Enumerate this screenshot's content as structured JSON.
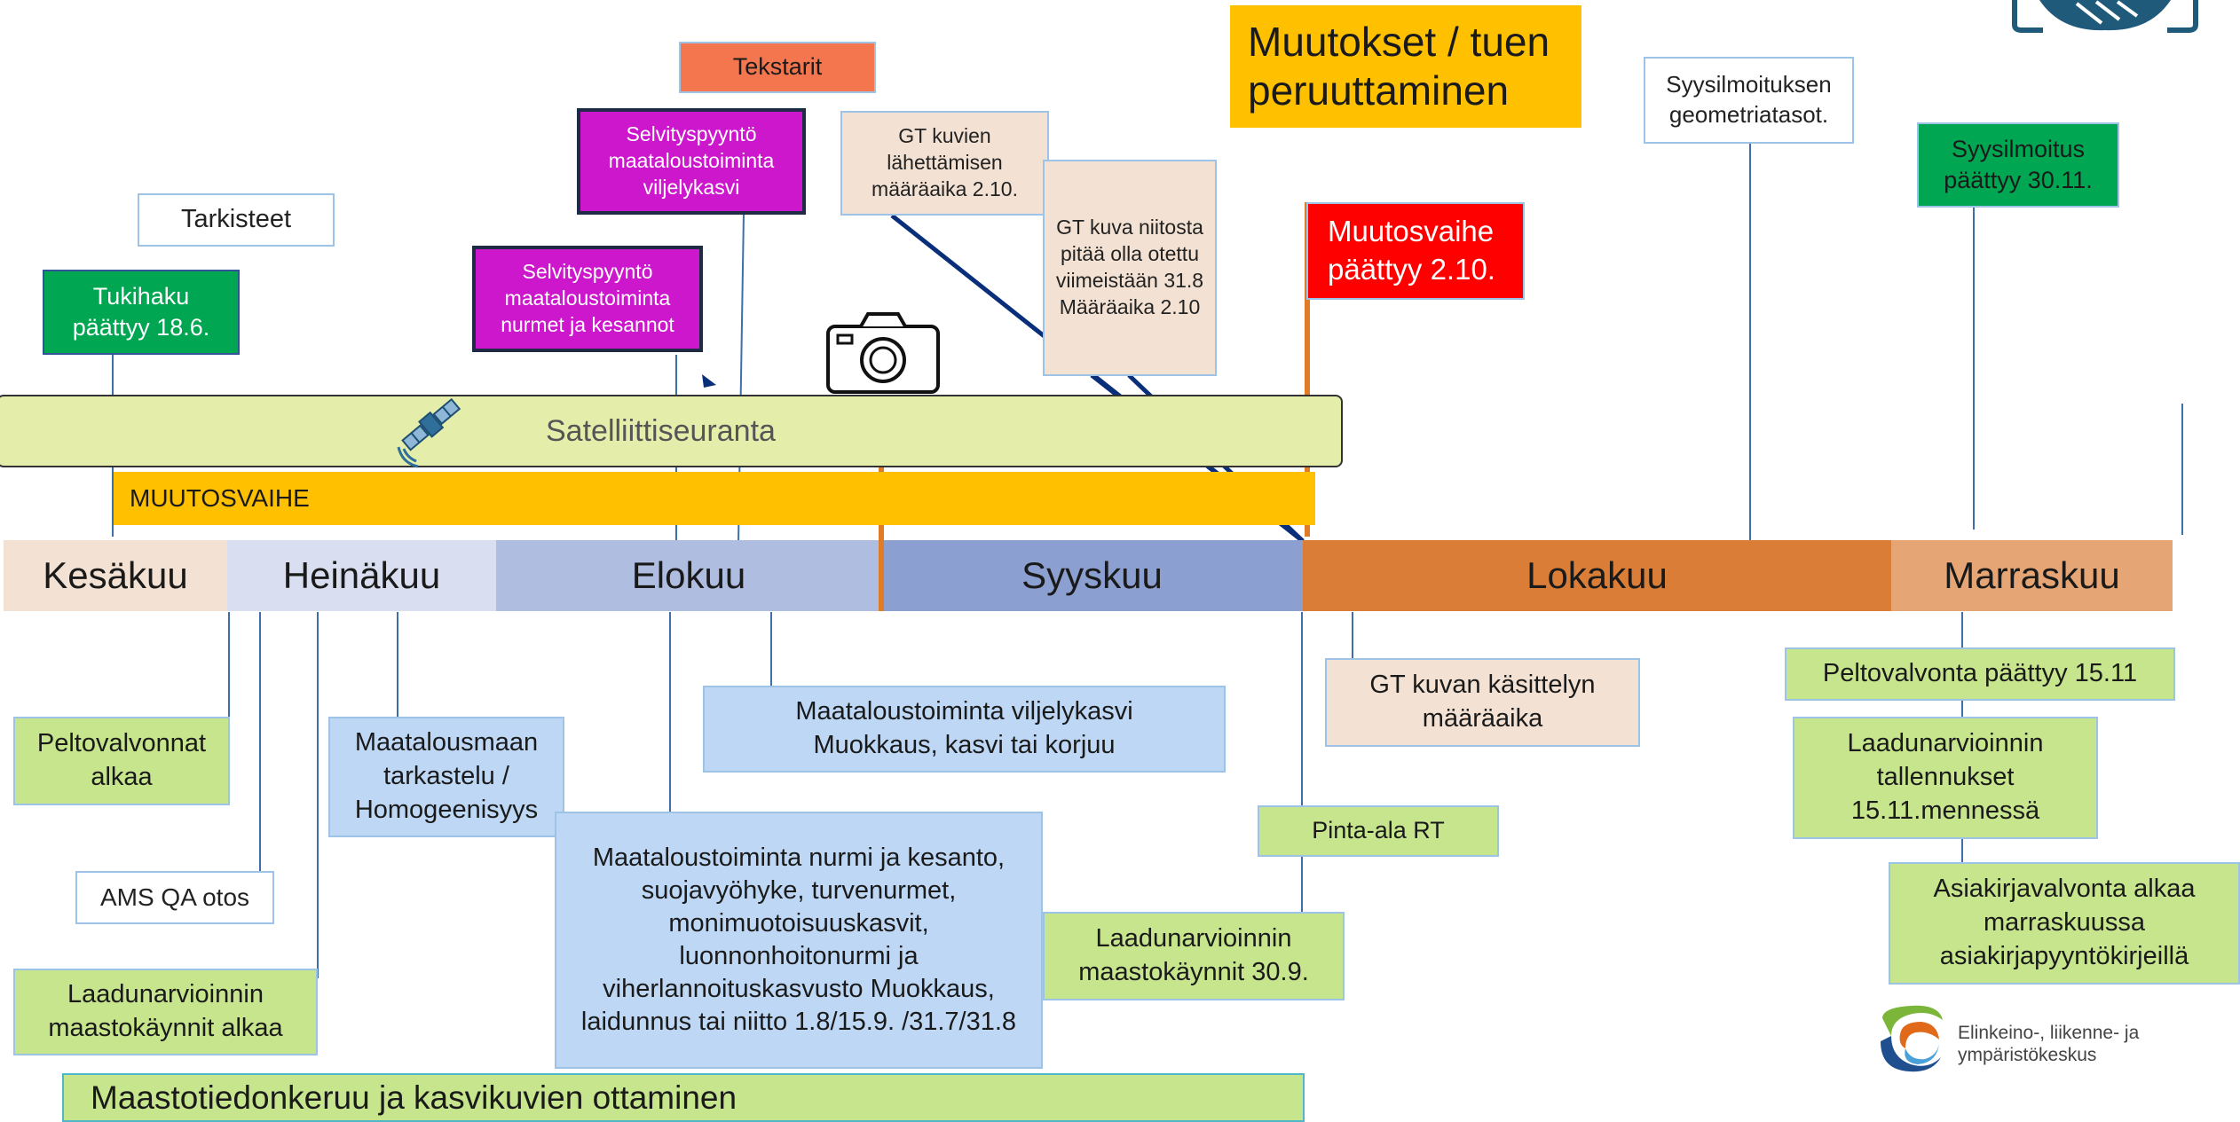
{
  "months": [
    "Kesäkuu",
    "Heinäkuu",
    "Elokuu",
    "Syyskuu",
    "Lokakuu",
    "Marraskuu"
  ],
  "bands": {
    "satellite": "Satelliittiseuranta",
    "change_phase": "MUUTOSVAIHE",
    "field_data": "Maastotiedonkeruu ja kasvikuvien ottaminen"
  },
  "top": {
    "tarkisteet": "Tarkisteet",
    "tukihaku": "Tukihaku päättyy 18.6.",
    "tekstarit": "Tekstarit",
    "selvitys_viljely": "Selvityspyyntö maataloustoiminta viljelykasvi",
    "selvitys_nurmet": "Selvityspyyntö maataloustoiminta nurmet ja kesannot",
    "gt_kuvien": "GT kuvien lähettämisen määräaika 2.10.",
    "gt_kuva_niitosta": "GT kuva niitosta pitää olla otettu viimeistään 31.8 Määräaika 2.10",
    "muutokset": "Muutokset / tuen peruuttaminen",
    "muutosvaihe_paattyy": "Muutosvaihe päättyy 2.10.",
    "syysilmoituksen": "Syysilmoituksen geometriatasot.",
    "syysilmoitus_paattyy": "Syysilmoitus päättyy 30.11."
  },
  "bottom": {
    "peltovalvonnat": "Peltovalvonnat alkaa",
    "ams": "AMS QA otos",
    "laadun_alkaa": "Laadunarvioinnin maastokäynnit  alkaa",
    "maatalousmaan": "Maatalousmaan tarkastelu / Homogeenisyys",
    "viljelykasvi_muokkaus": "Maataloustoiminta viljelykasvi Muokkaus, kasvi tai korjuu",
    "nurmi_kesanto": "Maataloustoiminta nurmi ja kesanto, suojavyöhyke, turvenurmet, monimuotoisuuskasvit, luonnonhoitonurmi ja viherlannoituskasvusto Muokkaus, laidunnus tai niitto 1.8/15.9. /31.7/31.8",
    "gt_kasittely": "GT kuvan käsittelyn määräaika",
    "pinta_ala": "Pinta-ala RT",
    "laadun_309": "Laadunarvioinnin maastokäynnit 30.9.",
    "peltovalvonta_paattyy": "Peltovalvonta päättyy 15.11",
    "laadun_tallennukset": "Laadunarvioinnin tallennukset 15.11.mennessä",
    "asiakirjavalvonta": "Asiakirjavalvonta alkaa marraskuussa asiakirjapyyntökirjeillä"
  },
  "logo": {
    "org_name": "Elinkeino-, liikenne- ja ympäristökeskus"
  },
  "colors": {
    "green_box": "#00a651",
    "light_green": "#c6e58d",
    "light_blue": "#bdd7f5",
    "purple": "#cc17cc",
    "red": "#ff0000",
    "orange_gold": "#ffc000",
    "satellite_band": "#e5edaa",
    "salmon": "#f4764f",
    "beige": "#f3e2d3",
    "navy_line": "#0a2f7a",
    "orange_line": "#e07b26",
    "line_blue": "#3e6fa8"
  }
}
